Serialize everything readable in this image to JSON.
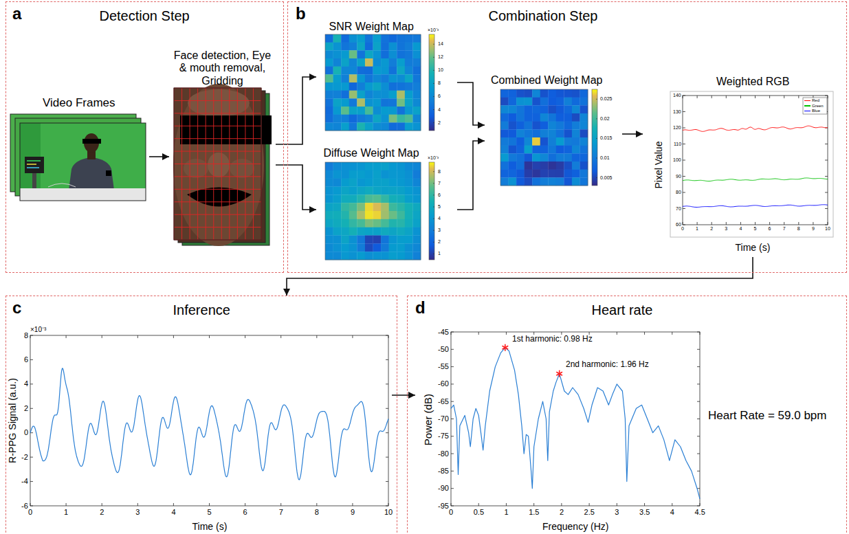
{
  "diagram": {
    "nodes": [
      {
        "text": [
          "a",
          "Detection Step"
        ]
      },
      {
        "text": [
          "Video Frames"
        ],
        "in": 0
      },
      {
        "text": [
          "Face detection, Eye & mouth removal, Gridding"
        ],
        "in": 0
      },
      {
        "text": [
          "b",
          "Combination Step"
        ]
      },
      {
        "text": [
          "SNR Weight Map"
        ],
        "in": 3
      },
      {
        "text": [
          "Diffuse Weight Map"
        ],
        "in": 3
      },
      {
        "text": [
          "Combined Weight Map"
        ],
        "in": 3
      },
      {
        "text": [
          "Weighted RGB",
          "Pixel Value",
          "Time (s)"
        ],
        "in": 3
      },
      {
        "text": [
          "c",
          "Inference"
        ]
      },
      {
        "text": [
          "R-PPG Signal (a.u.)",
          "Time (s)"
        ],
        "in": 8
      },
      {
        "text": [
          "d",
          "Heart rate"
        ]
      },
      {
        "text": [
          "Power (dB)",
          "Frequency (Hz)",
          "1st harmonic: 0.98 Hz",
          "2nd harmonic: 1.96 Hz"
        ],
        "in": 10
      }
    ],
    "edges": [
      {
        "from": 1,
        "to": 2,
        "arrow": "to"
      },
      {
        "from": 2,
        "to": 4,
        "arrow": "to"
      },
      {
        "from": 2,
        "to": 5,
        "arrow": "to"
      },
      {
        "from": 4,
        "to": 6,
        "arrow": "to"
      },
      {
        "from": 5,
        "to": 6,
        "arrow": "to"
      },
      {
        "from": 6,
        "to": 7,
        "arrow": "to"
      },
      {
        "from": 7,
        "to": 8,
        "arrow": "to"
      },
      {
        "from": 9,
        "to": 11,
        "arrow": "to"
      }
    ],
    "labels": [
      "140",
      "130",
      "120",
      "110",
      "100",
      "90",
      "80",
      "70",
      "60",
      "0",
      "1",
      "2",
      "3",
      "4",
      "5",
      "6",
      "7",
      "8",
      "9",
      "10",
      "8",
      "6",
      "4",
      "2",
      "0",
      "-2",
      "-4",
      "-6",
      "×10⁻³",
      "0",
      "1",
      "2",
      "3",
      "4",
      "5",
      "6",
      "7",
      "8",
      "9",
      "10",
      "-45",
      "-50",
      "-55",
      "-60",
      "-65",
      "-70",
      "-75",
      "-80",
      "-85",
      "-90",
      "-95",
      "0",
      "0.5",
      "1",
      "1.5",
      "2",
      "2.5",
      "3",
      "3.5",
      "4",
      "4.5",
      "Heart Rate = 59.0 bpm",
      "×10⁻³",
      "14",
      "12",
      "10",
      "8",
      "6",
      "4",
      "2",
      "×10⁻³",
      "8",
      "7",
      "6",
      "5",
      "4",
      "3",
      "2",
      "1",
      "0.025",
      "0.02",
      "0.015",
      "0.01",
      "0.005"
    ],
    "legend": [
      {
        "text": "Red",
        "color": "#ff0000"
      },
      {
        "text": "Green",
        "color": "#00c000"
      },
      {
        "text": "Blue",
        "color": "#0000ff"
      }
    ]
  }
}
